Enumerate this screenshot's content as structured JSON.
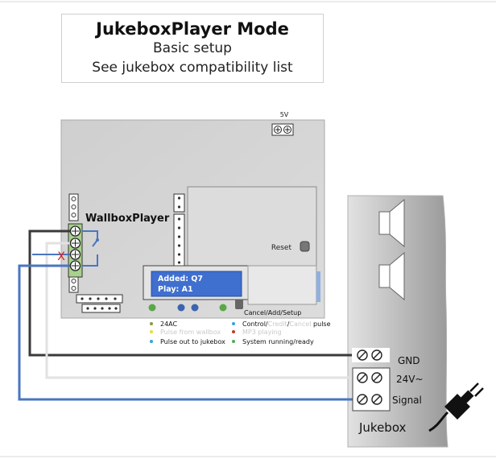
{
  "title": {
    "heading": "JukeboxPlayer Mode",
    "line1": "Basic setup",
    "line2": "See jukebox compatibility list"
  },
  "board": {
    "name": "WallboxPlayer",
    "power_label": "5V",
    "reset_label": "Reset",
    "display_line1": "Added: Q7",
    "display_line2": "Play: A1",
    "buttons_label": "Cancel/Add/Setup",
    "x_marker": "X"
  },
  "legend": [
    {
      "text": "24AC",
      "color": "#8a9a3a"
    },
    {
      "text": "Pulse from wallbox",
      "color": "#e8e02a",
      "faded": true
    },
    {
      "text": "Pulse out to jukebox",
      "color": "#27a9e1"
    },
    {
      "text_parts": [
        "Control/",
        "Credit",
        "/",
        "Cancel",
        " pulse"
      ],
      "faded_parts": [
        1,
        3
      ],
      "color": "#27a9e1"
    },
    {
      "text": "MP3 playing",
      "color": "#c0392b",
      "faded": true
    },
    {
      "text": "System running/ready",
      "color": "#4caf50"
    }
  ],
  "jukebox": {
    "name": "Jukebox",
    "terminals": [
      "GND",
      "24V~",
      "Signal"
    ]
  },
  "colors": {
    "wire_gnd": "#3a3a3a",
    "wire_24v": "#d8d8d8",
    "wire_signal": "#4a76c0",
    "x_marker": "#d21f1f",
    "display_bg": "#3f6fcf"
  }
}
